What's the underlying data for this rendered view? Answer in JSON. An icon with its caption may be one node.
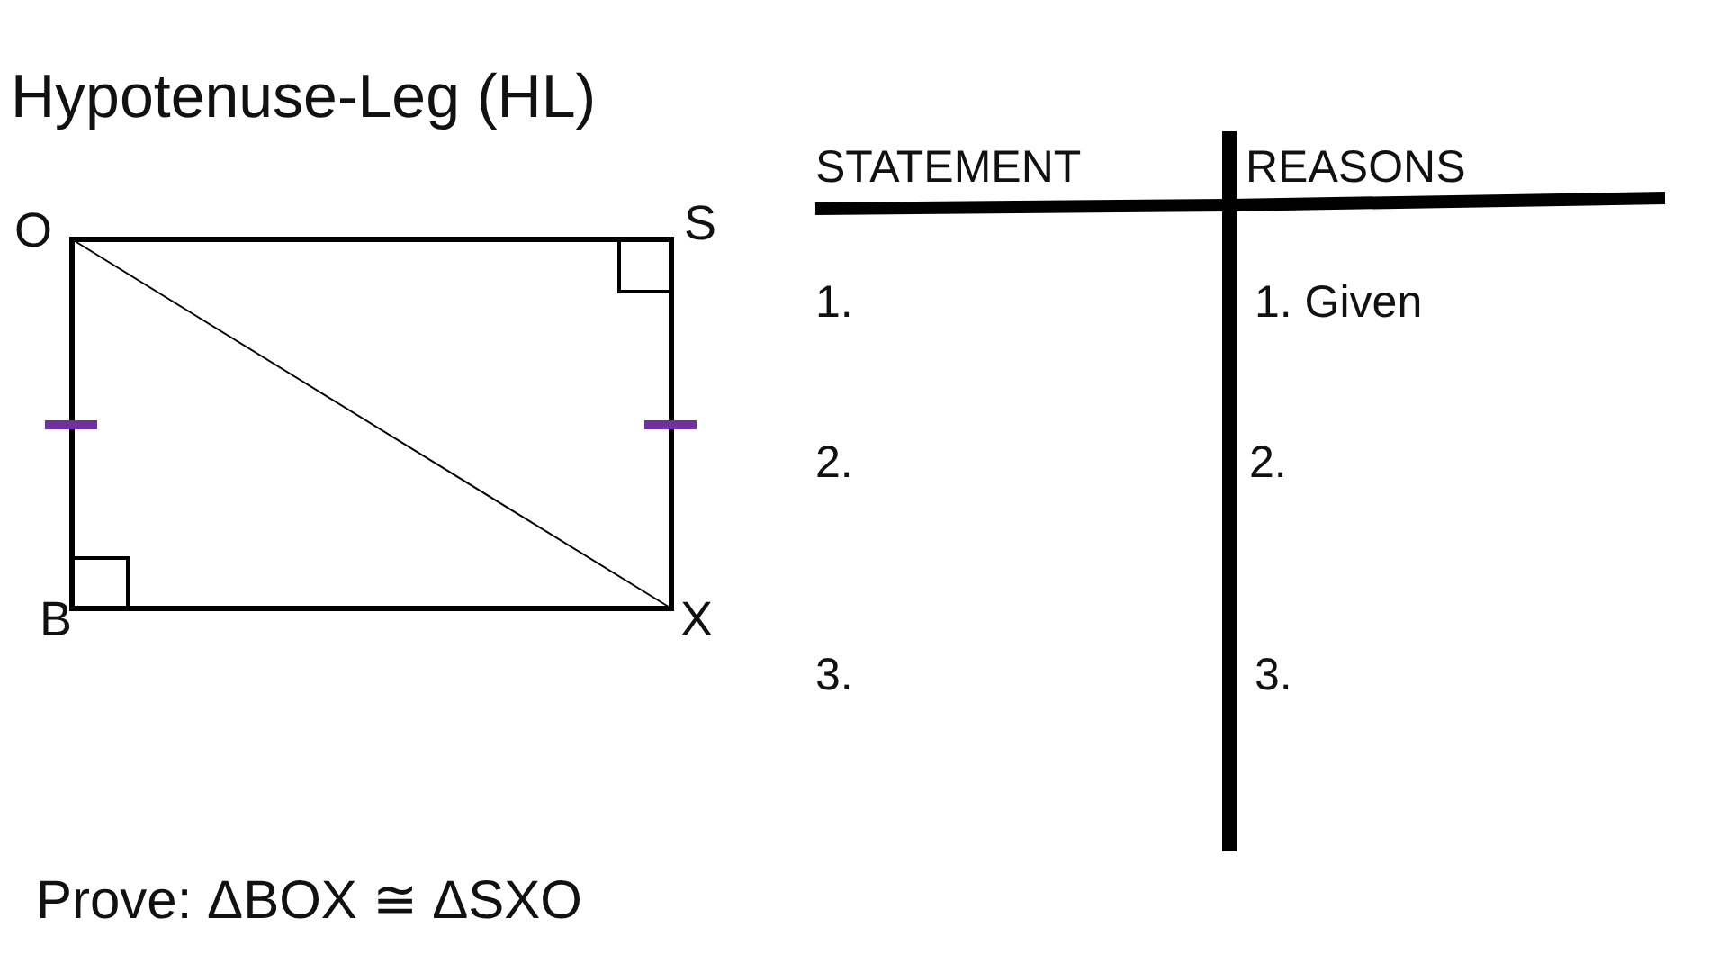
{
  "diagram": {
    "title": "Hypotenuse-Leg (HL)",
    "labels": [
      "O",
      "S",
      "B",
      "X",
      "STATEMENT",
      "REASONS",
      "1.",
      "1. Given",
      "2.",
      "2.",
      "3.",
      "3.",
      "Prove: ΔBOX ≅ ΔSXO"
    ]
  }
}
